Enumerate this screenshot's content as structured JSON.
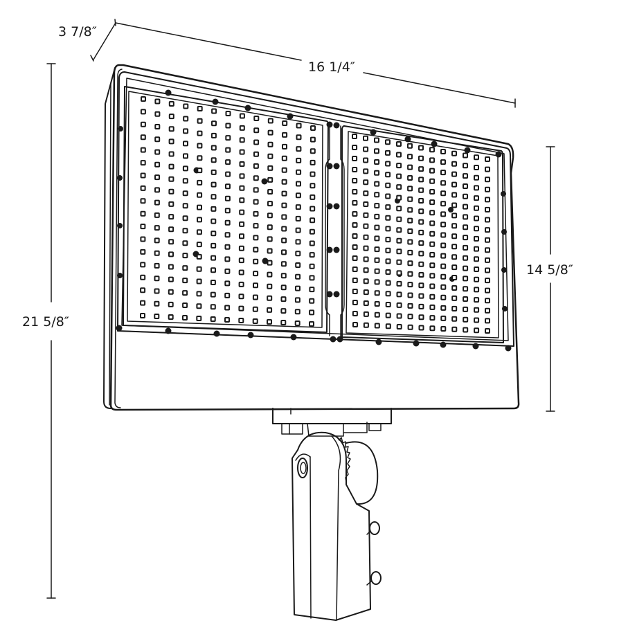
{
  "figure": {
    "subject": "LED flood light fixture with knuckle mount — dimension drawing",
    "line_color": "#1a1a1a",
    "background": "#ffffff"
  },
  "dimensions": {
    "depth": {
      "label": "3 7/8″"
    },
    "width": {
      "label": "16 1/4″"
    },
    "head_height": {
      "label": "14 5/8″"
    },
    "overall_height": {
      "label": "21 5/8″"
    }
  },
  "fixture": {
    "led_panels": [
      {
        "name": "left",
        "columns": 13,
        "rows": 18
      },
      {
        "name": "right",
        "columns": 13,
        "rows": 18
      }
    ]
  }
}
